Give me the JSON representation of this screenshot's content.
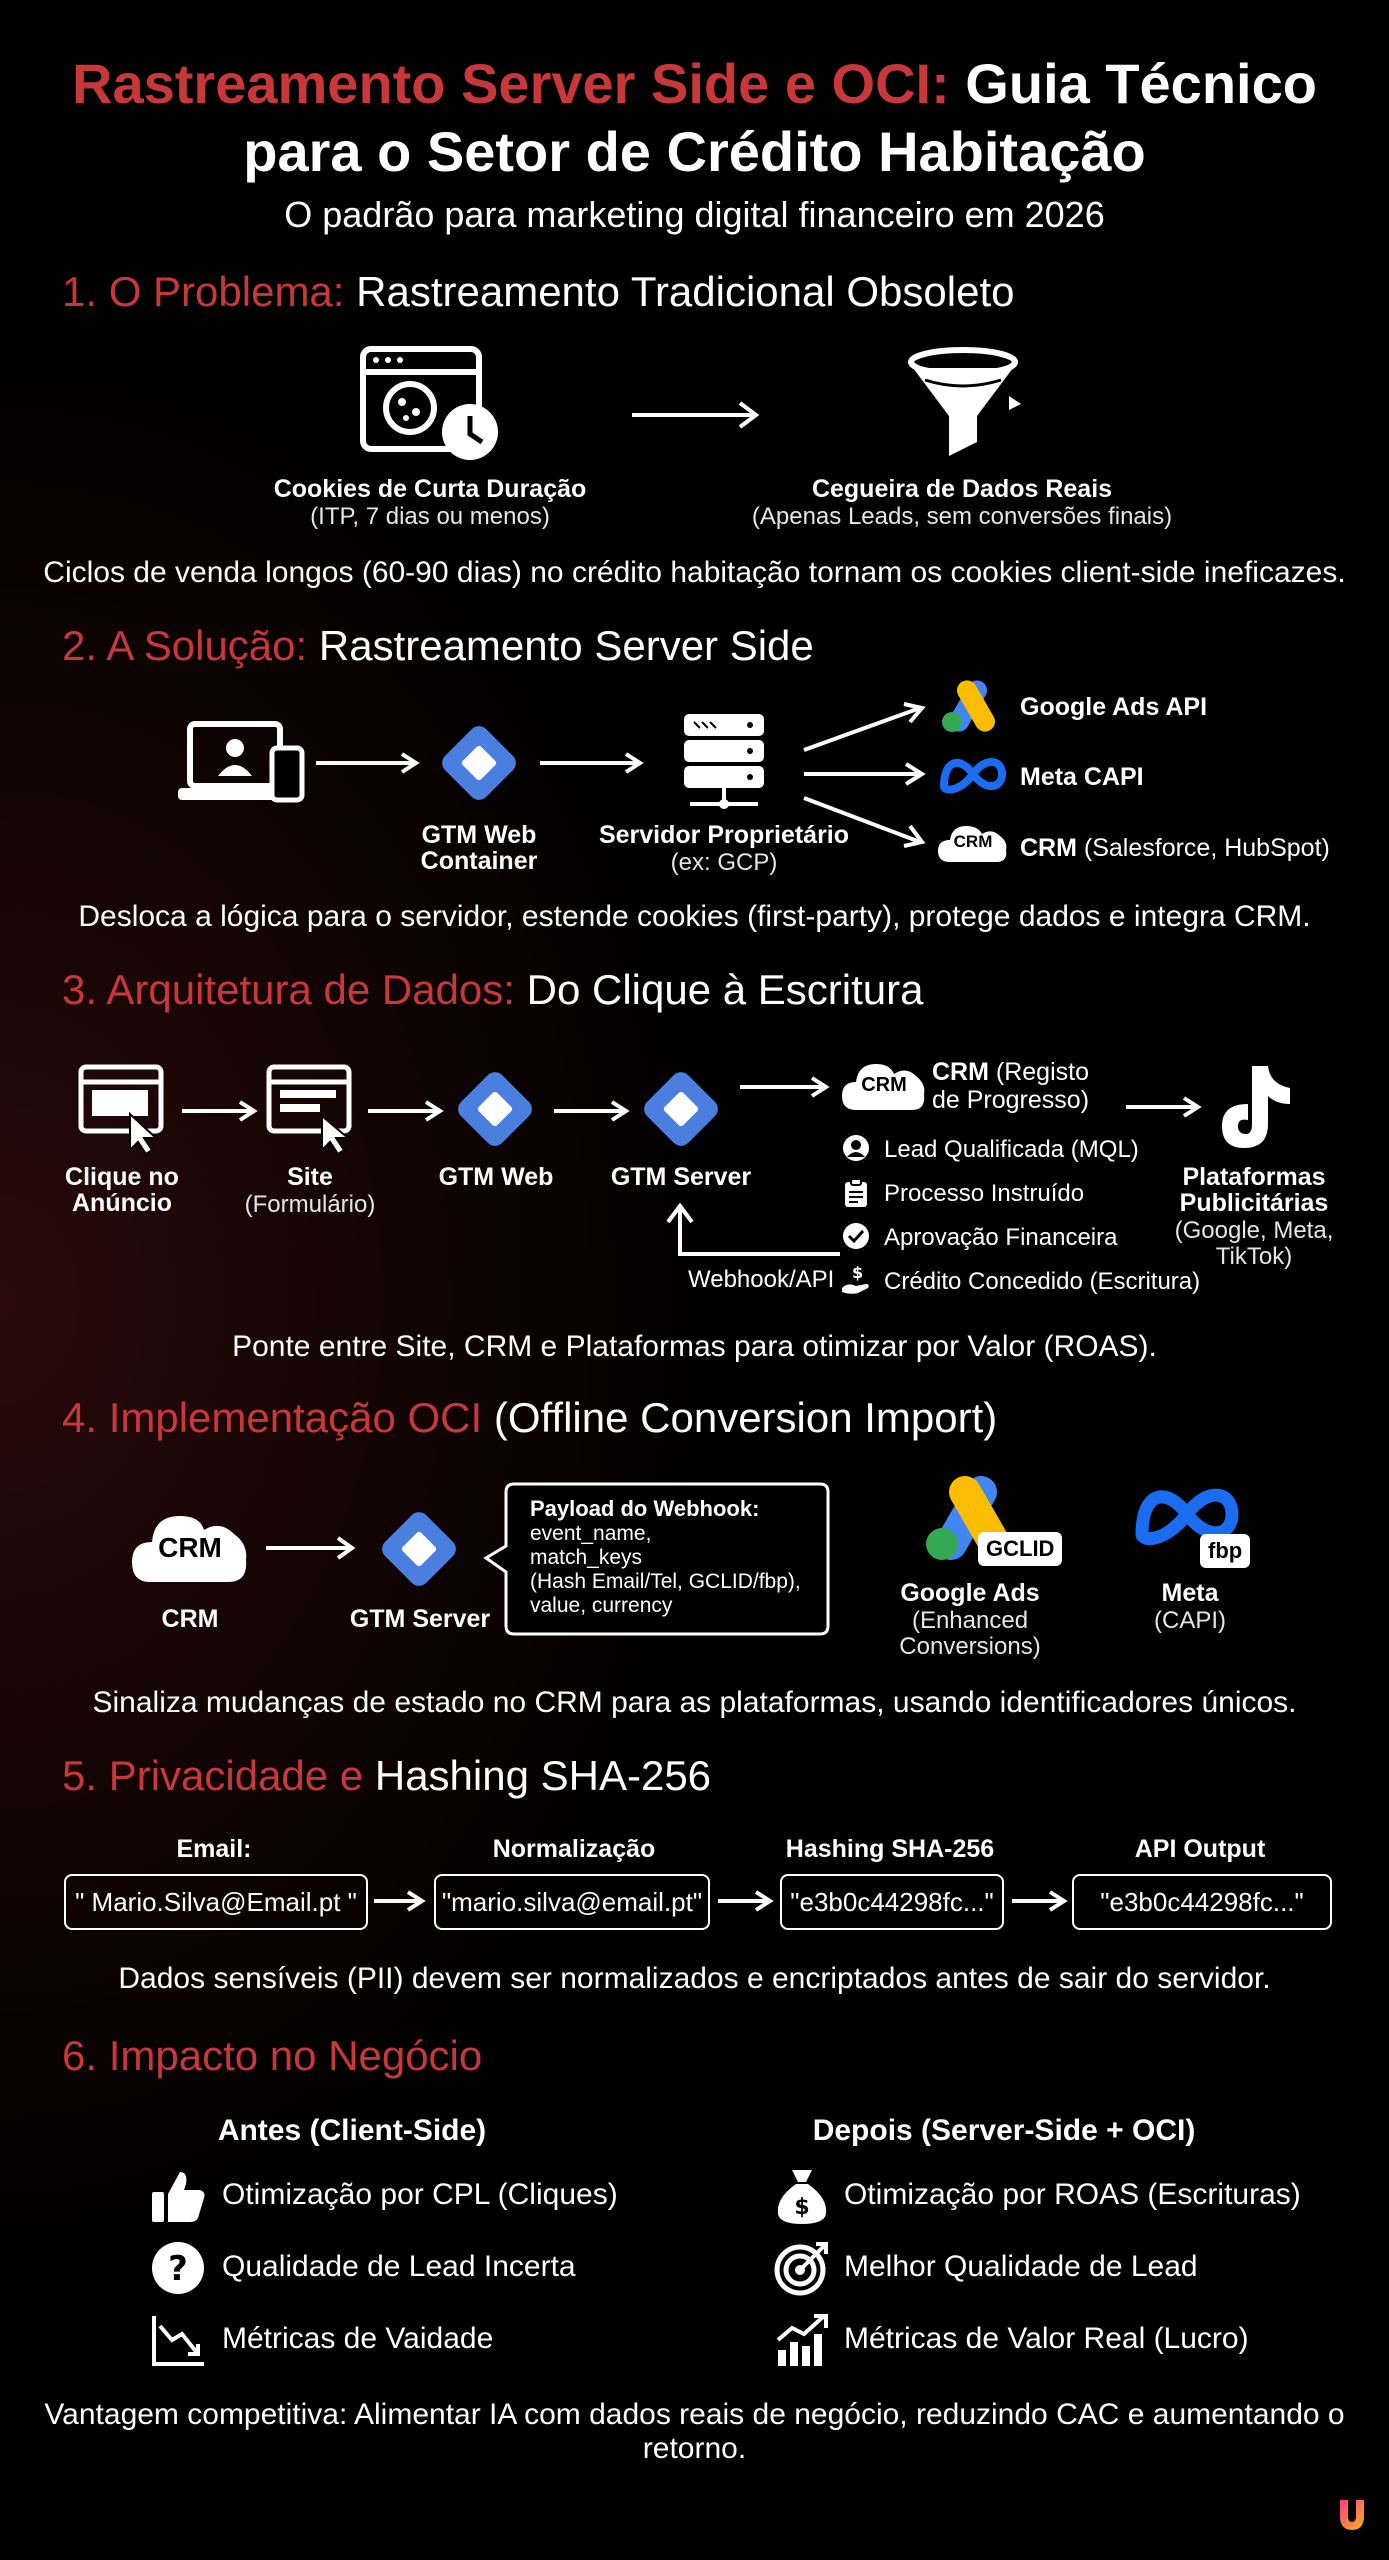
{
  "header": {
    "title_red": "Rastreamento Server Side e OCI:",
    "title_white1": "Guia Técnico",
    "title_white2": "para o Setor de Crédito Habitação",
    "subtitle": "O padrão para marketing digital financeiro em 2026"
  },
  "s1": {
    "num_red": "1. O Problema:",
    "title": "Rastreamento Tradicional Obsoleto",
    "left_label": "Cookies de Curta Duração",
    "left_sub": "(ITP, 7 dias ou menos)",
    "right_label": "Cegueira de Dados Reais",
    "right_sub": "(Apenas Leads, sem conversões finais)",
    "caption": "Ciclos de venda longos (60-90 dias) no crédito habitação tornam os cookies client-side ineficazes."
  },
  "s2": {
    "num_red": "2. A Solução:",
    "title": "Rastreamento Server Side",
    "gtm_label1": "GTM Web",
    "gtm_label2": "Container",
    "server_label": "Servidor Proprietário",
    "server_sub": "(ex: GCP)",
    "dest1": "Google Ads API",
    "dest2": "Meta CAPI",
    "dest3_bold": "CRM",
    "dest3_rest": "(Salesforce, HubSpot)",
    "crm_badge": "CRM",
    "caption": "Desloca a lógica para o servidor, estende cookies (first-party), protege dados e integra CRM."
  },
  "s3": {
    "num_red": "3. Arquitetura de Dados:",
    "title": "Do Clique à Escritura",
    "n1a": "Clique no",
    "n1b": "Anúncio",
    "n2a": "Site",
    "n2b": "(Formulário)",
    "n3": "GTM Web",
    "n4": "GTM Server",
    "crm_badge": "CRM",
    "crm_bold": "CRM",
    "crm_rest1": "(Registo",
    "crm_rest2": "de Progresso)",
    "stages": [
      "Lead Qualificada (MQL)",
      "Processo Instruído",
      "Aprovação Financeira",
      "Crédito Concedido (Escritura)"
    ],
    "webhook": "Webhook/API",
    "plat1": "Plataformas",
    "plat2": "Publicitárias",
    "plat3": "(Google, Meta,",
    "plat4": "TikTok)",
    "caption": "Ponte entre Site, CRM e Plataformas para otimizar por Valor (ROAS)."
  },
  "s4": {
    "num_red": "4. Implementação OCI",
    "title": "(Offline Conversion Import)",
    "crm_badge": "CRM",
    "crm_label": "CRM",
    "gtm_label": "GTM Server",
    "payload_title": "Payload do Webhook:",
    "payload_lines": [
      "event_name,",
      "match_keys",
      "(Hash Email/Tel, GCLID/fbp),",
      "value, currency"
    ],
    "gclid_badge": "GCLID",
    "fbp_badge": "fbp",
    "gads_label": "Google Ads",
    "gads_sub1": "(Enhanced",
    "gads_sub2": "Conversions)",
    "meta_label": "Meta",
    "meta_sub": "(CAPI)",
    "caption": "Sinaliza mudanças de estado no CRM para as plataformas, usando identificadores únicos."
  },
  "s5": {
    "num_red": "5. Privacidade e",
    "title": "Hashing SHA-256",
    "steps": [
      {
        "label": "Email:",
        "value": "\" Mario.Silva@Email.pt \""
      },
      {
        "label": "Normalização",
        "value": "\"mario.silva@email.pt\""
      },
      {
        "label": "Hashing SHA-256",
        "value": "\"e3b0c44298fc...\""
      },
      {
        "label": "API Output",
        "value": "\"e3b0c44298fc...\""
      }
    ],
    "caption": "Dados sensíveis (PII) devem ser normalizados e encriptados antes de sair do servidor."
  },
  "s6": {
    "num_red": "6. Impacto no Negócio",
    "before_title": "Antes (Client-Side)",
    "after_title": "Depois (Server-Side + OCI)",
    "before": [
      "Otimização por CPL (Cliques)",
      "Qualidade de Lead Incerta",
      "Métricas de Vaidade"
    ],
    "after": [
      "Otimização por ROAS (Escrituras)",
      "Melhor Qualidade de Lead",
      "Métricas de Valor Real (Lucro)"
    ],
    "caption": "Vantagem competitiva: Alimentar IA com dados reais de negócio, reduzindo CAC e aumentando o retorno."
  },
  "colors": {
    "accent_red": "#c8383a",
    "gtm_blue": "#4a7fe0",
    "meta_blue": "#1a6cf0",
    "background": "#000000"
  }
}
